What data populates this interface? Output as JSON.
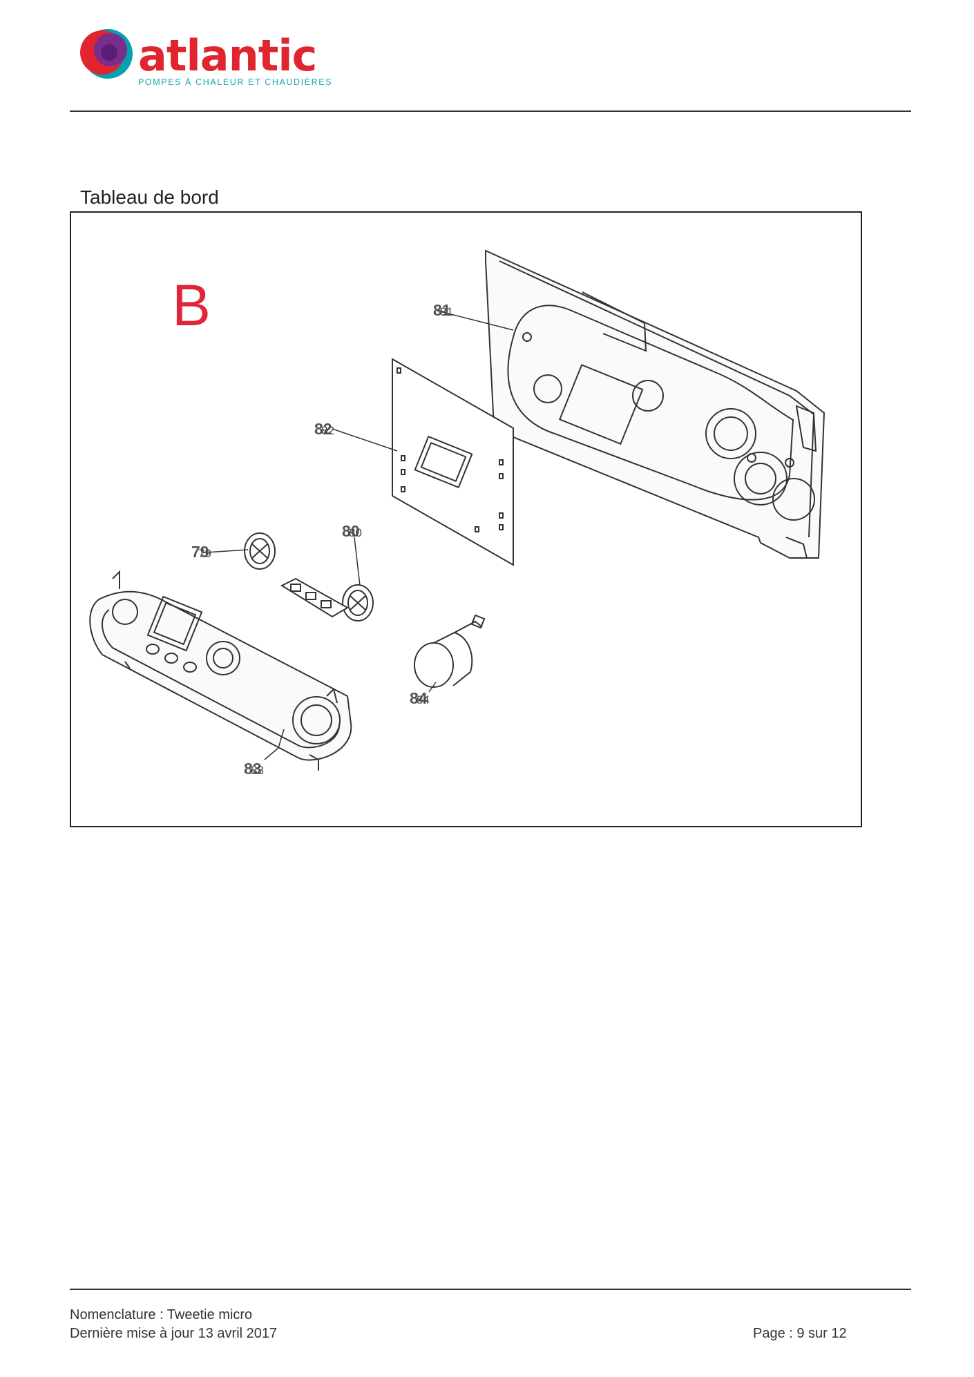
{
  "header": {
    "brand": "atlantic",
    "tagline": "POMPES À CHALEUR ET CHAUDIÈRES",
    "colors": {
      "brand_red": "#e0252f",
      "tagline_teal": "#1aa6b2",
      "logo_purple": "#7b2d8e",
      "logo_teal": "#00a3ad"
    },
    "logo_icon": "atlantic-swirl-logo"
  },
  "section": {
    "title": "Tableau de bord"
  },
  "figure": {
    "view_letter": "B",
    "callouts": [
      {
        "id": "81",
        "ghost": "81"
      },
      {
        "id": "82",
        "ghost": "82"
      },
      {
        "id": "80",
        "ghost": "80"
      },
      {
        "id": "79",
        "ghost": "79"
      },
      {
        "id": "84",
        "ghost": "84"
      },
      {
        "id": "83",
        "ghost": "83"
      }
    ]
  },
  "footer": {
    "line1": "Nomenclature : Tweetie micro",
    "line2": "Dernière mise à jour 13 avril 2017",
    "page": "Page : 9 sur 12"
  }
}
